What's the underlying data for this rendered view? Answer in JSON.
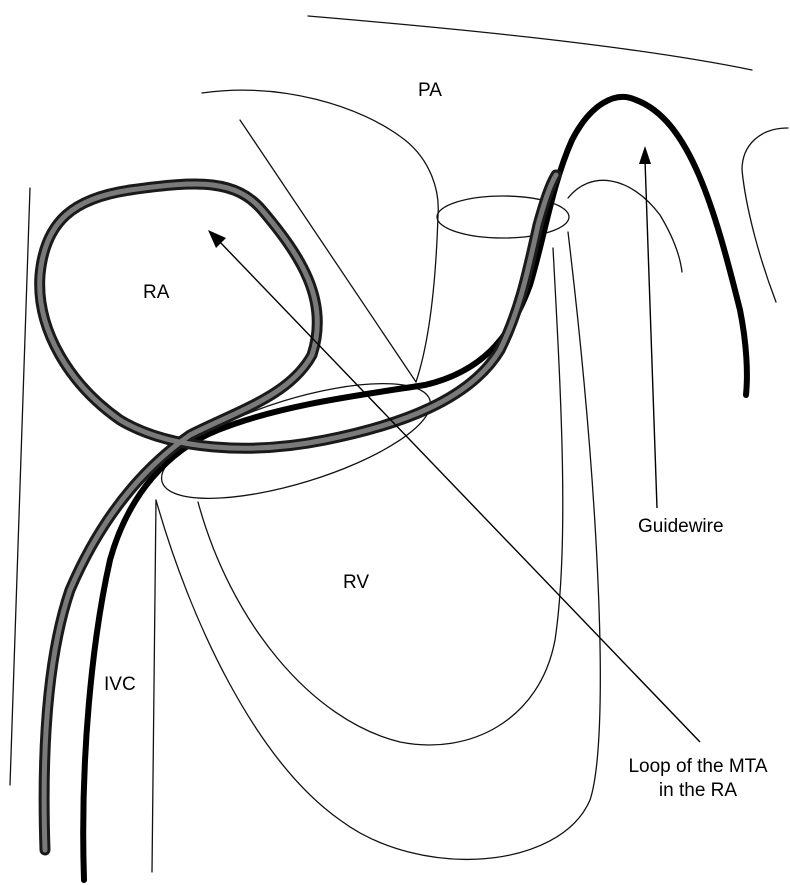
{
  "labels": {
    "pa": "PA",
    "ra": "RA",
    "rv": "RV",
    "ivc": "IVC",
    "guidewire": "Guidewire",
    "loop_line1": "Loop of the MTA",
    "loop_line2": "in the RA"
  },
  "colors": {
    "line": "#111111",
    "catheter_dark": "#1a1a1a",
    "catheter_light": "#7a7a7a",
    "background": "#ffffff"
  }
}
